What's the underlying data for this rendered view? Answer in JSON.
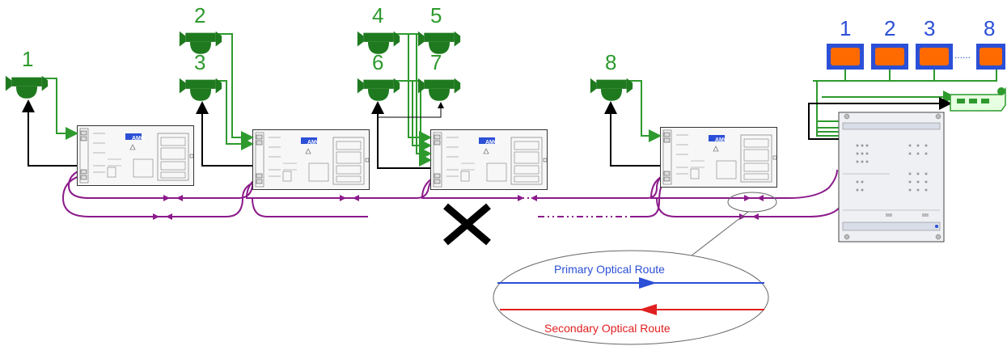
{
  "cameras": [
    {
      "label": "1"
    },
    {
      "label": "2"
    },
    {
      "label": "3"
    },
    {
      "label": "4"
    },
    {
      "label": "5"
    },
    {
      "label": "6"
    },
    {
      "label": "7"
    },
    {
      "label": "8"
    }
  ],
  "monitors": {
    "labels": [
      "1",
      "2",
      "3",
      "8"
    ],
    "ellipsis": "......"
  },
  "transmitter": {
    "brand": "AMG"
  },
  "legend": {
    "primary": "Primary Optical Route",
    "secondary": "Secondary Optical Route"
  },
  "colors": {
    "camera": "#1f7a1f",
    "green_wire": "#2e9a2e",
    "fibre": "#8b1a8b",
    "primary": "#2b4fd6",
    "secondary": "#e02020",
    "monitor_fill": "#ff6a00",
    "monitor_frame": "#2b4fd6",
    "fault_mark": "#000000"
  },
  "icons": {
    "camera": "cctv-camera-icon",
    "fault": "fault-cross-icon",
    "monitor": "monitor-icon",
    "keyboard": "control-keyboard-icon"
  }
}
